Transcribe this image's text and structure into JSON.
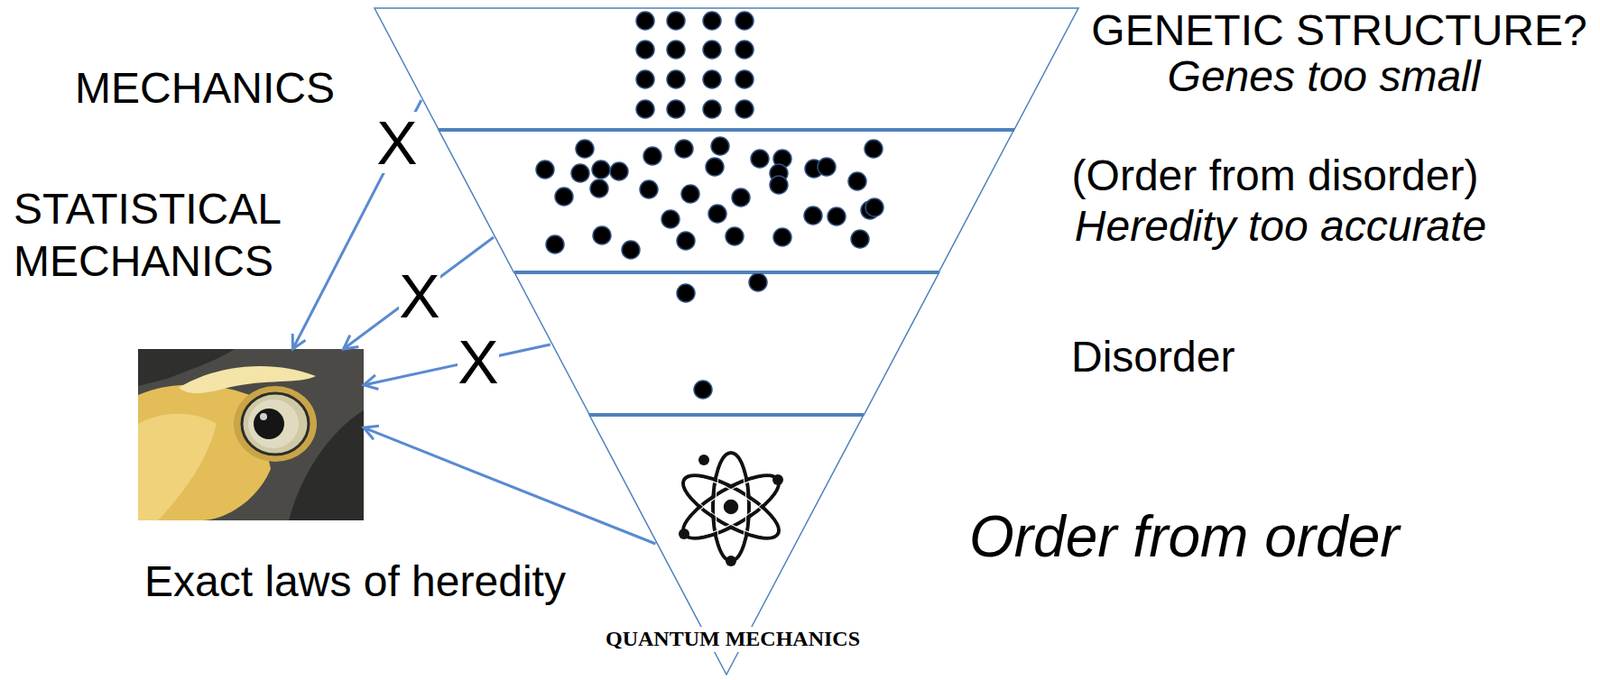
{
  "diagram": {
    "nodes": [
      {
        "text": [
          "GENETIC STRUCTURE?",
          "Genes too small"
        ]
      },
      {
        "text": [
          "(Order from disorder)",
          "Heredity too accurate"
        ]
      },
      {
        "text": [
          "Disorder"
        ]
      },
      {
        "text": [
          "Order from order",
          "QUANTUM MECHANICS"
        ]
      },
      {
        "text": [
          "Exact laws of heredity"
        ]
      }
    ],
    "edges": [
      {
        "from": 0,
        "to": 4,
        "arrow": "to",
        "label": "MECHANICS"
      },
      {
        "from": 1,
        "to": 4,
        "arrow": "to",
        "label": "STATISTICAL MECHANICS"
      },
      {
        "from": 2,
        "to": 4,
        "arrow": "to"
      },
      {
        "from": 3,
        "to": 4,
        "arrow": "to"
      }
    ],
    "labels": [
      "X",
      "X",
      "X"
    ]
  }
}
